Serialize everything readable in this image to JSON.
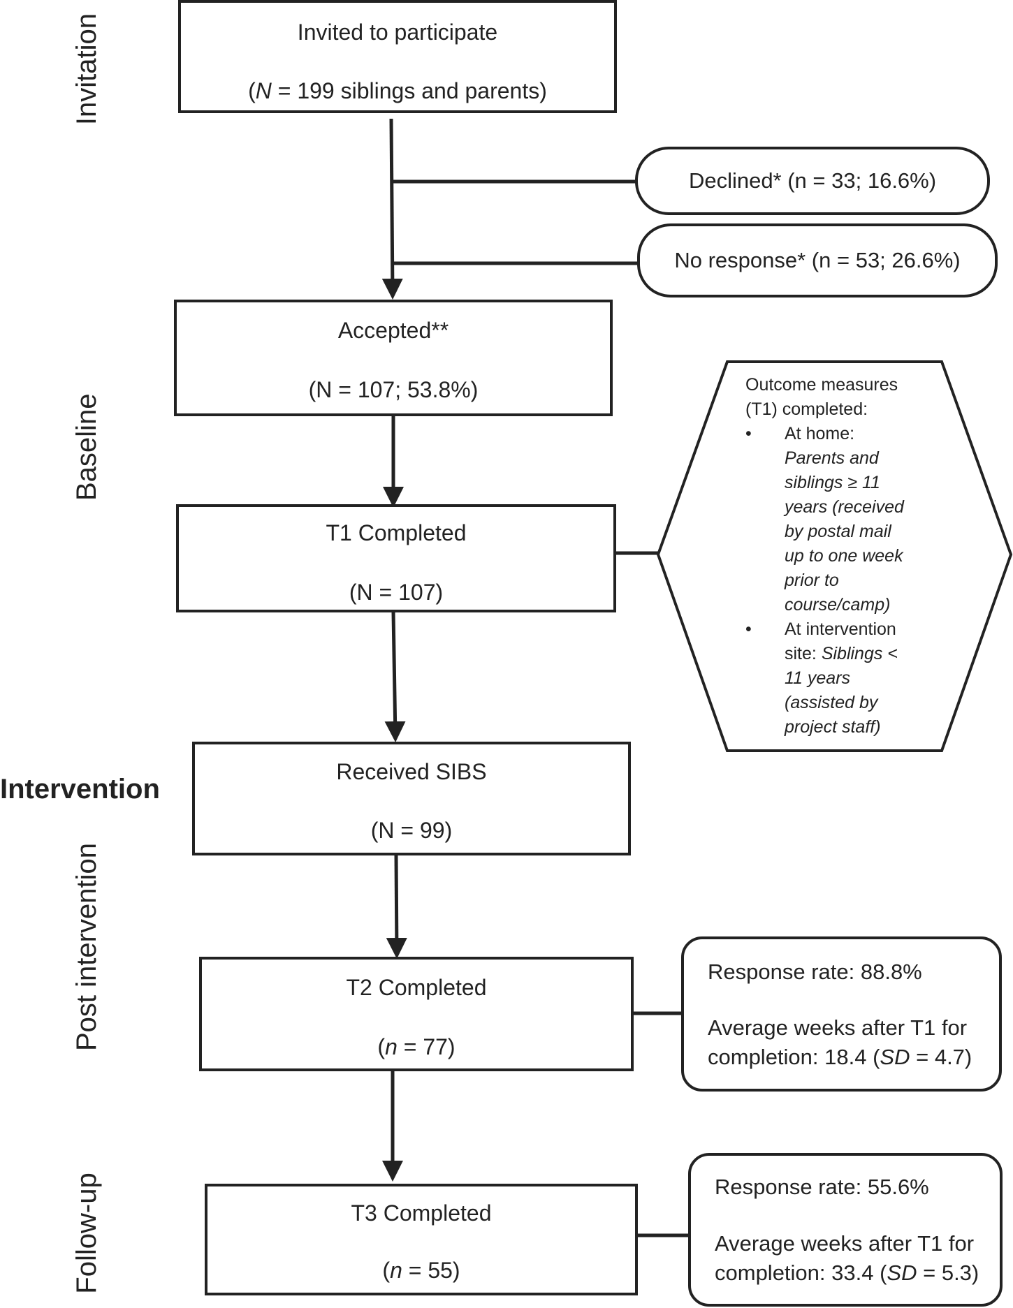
{
  "stages": {
    "invitation": "Invitation",
    "baseline": "Baseline",
    "intervention": "Intervention",
    "post_intervention": "Post intervention",
    "follow_up": "Follow-up"
  },
  "boxes": {
    "invited": {
      "title": "Invited to participate",
      "n_pre": "(",
      "n_var": "N",
      "n_post": " = 199 siblings and parents)"
    },
    "accepted": {
      "title": "Accepted**",
      "n": "(N = 107; 53.8%)"
    },
    "t1": {
      "title": "T1 Completed",
      "n": "(N = 107)"
    },
    "sibs": {
      "title": "Received SIBS",
      "n": "(N = 99)"
    },
    "t2": {
      "title": "T2 Completed",
      "n_pre": "(",
      "n_var": "n",
      "n_post": " = 77)"
    },
    "t3": {
      "title": "T3 Completed",
      "n_pre": "(",
      "n_var": "n",
      "n_post": " = 55)"
    }
  },
  "exclusions": {
    "declined": "Declined* (n = 33; 16.6%)",
    "no_response": "No response* (n = 53; 26.6%)"
  },
  "outcome_measures": {
    "heading_1": "Outcome measures",
    "heading_2": "(T1) completed:",
    "bullet": "•",
    "items": [
      {
        "lead": "At home:",
        "italic": [
          "Parents and",
          "siblings ≥ 11",
          "years (received",
          "by postal mail",
          "up to one week",
          "prior to",
          "course/camp)"
        ]
      },
      {
        "lead_1": "At intervention",
        "lead_2": "site:",
        "italic_inline": "Siblings <",
        "italic": [
          "11 years",
          "(assisted by",
          "project staff)"
        ]
      }
    ]
  },
  "t2_notes": {
    "response": "Response rate: 88.8%",
    "avg_line1": "Average weeks after T1 for",
    "avg_pre": "completion: 18.4 (",
    "avg_var": "SD",
    "avg_post": " = 4.7)"
  },
  "t3_notes": {
    "response": "Response rate: 55.6%",
    "avg_line1": "Average weeks after T1 for",
    "avg_pre": "completion: 33.4 (",
    "avg_var": "SD",
    "avg_post": " = 5.3)"
  }
}
